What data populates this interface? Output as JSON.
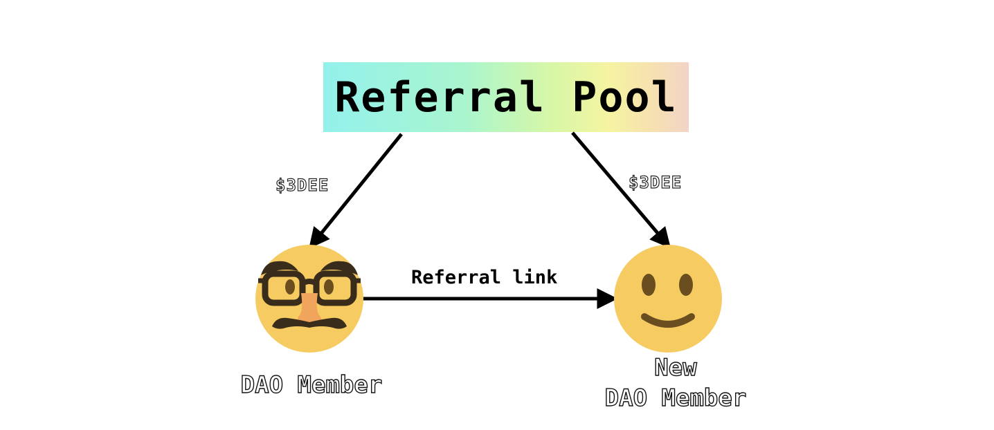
{
  "pool": {
    "title": "Referral Pool"
  },
  "edges": {
    "pool_to_member_label": "$3DEE",
    "pool_to_new_member_label": "$3DEE",
    "member_to_new_member_label": "Referral link"
  },
  "nodes": {
    "member": {
      "label": "DAO Member",
      "icon": "disguised-face-icon"
    },
    "new_member": {
      "label_line1": "New",
      "label_line2": "DAO Member",
      "icon": "slightly-smiling-face-icon"
    }
  },
  "colors": {
    "emoji_yellow": "#F6CB62",
    "emoji_dark": "#3A2C1A",
    "arrow": "#000000"
  }
}
